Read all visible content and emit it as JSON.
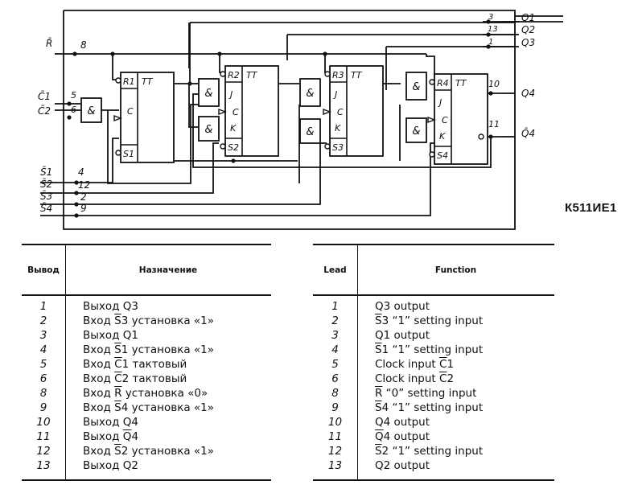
{
  "diagram": {
    "chip_name": "К511ИЕ1",
    "pins": {
      "R": {
        "label": "R̄",
        "num": "8"
      },
      "C1": {
        "label": "C̄1",
        "num": "5"
      },
      "C2": {
        "label": "C̄2",
        "num": "6"
      },
      "S1": {
        "label": "S̄1",
        "num": "4"
      },
      "S2": {
        "label": "S̄2",
        "num": "12"
      },
      "S3": {
        "label": "S̄3",
        "num": "2"
      },
      "S4": {
        "label": "S̄4",
        "num": "9"
      },
      "Q1": {
        "label": "Q1",
        "num": "3"
      },
      "Q2": {
        "label": "Q2",
        "num": "13"
      },
      "Q3": {
        "label": "Q3",
        "num": "1"
      },
      "Q4": {
        "label": "Q4",
        "num": "10"
      },
      "nQ4": {
        "label": "Q̄4",
        "num": "11"
      }
    },
    "flipflops": [
      {
        "type": "TT",
        "r": "R1",
        "s": "S1",
        "c": "C"
      },
      {
        "type": "TT",
        "r": "R2",
        "s": "S2",
        "j": "J",
        "c": "C",
        "k": "K"
      },
      {
        "type": "TT",
        "r": "R3",
        "s": "S3",
        "j": "J",
        "c": "C",
        "k": "K"
      },
      {
        "type": "TT",
        "r": "R4",
        "s": "S4",
        "j": "J",
        "c": "C",
        "k": "K"
      }
    ],
    "and_label": "&"
  },
  "table_ru": {
    "headers": {
      "lead": "Вывод",
      "function": "Назначение"
    },
    "rows": [
      {
        "lead": "1",
        "pre": "Выход ",
        "ol": "",
        "post": "Q3"
      },
      {
        "lead": "2",
        "pre": "Вход ",
        "ol": "S",
        "post": "3 установка «1»"
      },
      {
        "lead": "3",
        "pre": "Выход ",
        "ol": "",
        "post": "Q1"
      },
      {
        "lead": "4",
        "pre": "Вход ",
        "ol": "S",
        "post": "1 установка «1»"
      },
      {
        "lead": "5",
        "pre": "Вход ",
        "ol": "C",
        "post": "1 тактовый"
      },
      {
        "lead": "6",
        "pre": "Вход ",
        "ol": "C",
        "post": "2 тактовый"
      },
      {
        "lead": "8",
        "pre": "Вход ",
        "ol": "R",
        "post": " установка «0»"
      },
      {
        "lead": "9",
        "pre": "Вход ",
        "ol": "S",
        "post": "4 установка «1»"
      },
      {
        "lead": "10",
        "pre": "Выход ",
        "ol": "",
        "post": "Q4"
      },
      {
        "lead": "11",
        "pre": "Выход ",
        "ol": "Q",
        "post": "4"
      },
      {
        "lead": "12",
        "pre": "Вход ",
        "ol": "S",
        "post": "2 установка «1»"
      },
      {
        "lead": "13",
        "pre": "Выход ",
        "ol": "",
        "post": "Q2"
      }
    ]
  },
  "table_en": {
    "headers": {
      "lead": "Lead",
      "function": "Function"
    },
    "rows": [
      {
        "lead": "1",
        "pre": "",
        "ol": "",
        "post": "Q3 output"
      },
      {
        "lead": "2",
        "pre": "",
        "ol": "S",
        "post": "3 “1” setting input"
      },
      {
        "lead": "3",
        "pre": "",
        "ol": "",
        "post": "Q1 output"
      },
      {
        "lead": "4",
        "pre": "",
        "ol": "S",
        "post": "1 “1” setting input"
      },
      {
        "lead": "5",
        "pre": "Clock input ",
        "ol": "C",
        "post": "1"
      },
      {
        "lead": "6",
        "pre": "Clock input ",
        "ol": "C",
        "post": "2"
      },
      {
        "lead": "8",
        "pre": "",
        "ol": "R",
        "post": " “0” setting input"
      },
      {
        "lead": "9",
        "pre": "",
        "ol": "S",
        "post": "4 “1” setting input"
      },
      {
        "lead": "10",
        "pre": "",
        "ol": "",
        "post": "Q4 output"
      },
      {
        "lead": "11",
        "pre": "",
        "ol": "Q",
        "post": "4 output"
      },
      {
        "lead": "12",
        "pre": "",
        "ol": "S",
        "post": "2 “1” setting input"
      },
      {
        "lead": "13",
        "pre": "",
        "ol": "",
        "post": "Q2 output"
      }
    ]
  }
}
